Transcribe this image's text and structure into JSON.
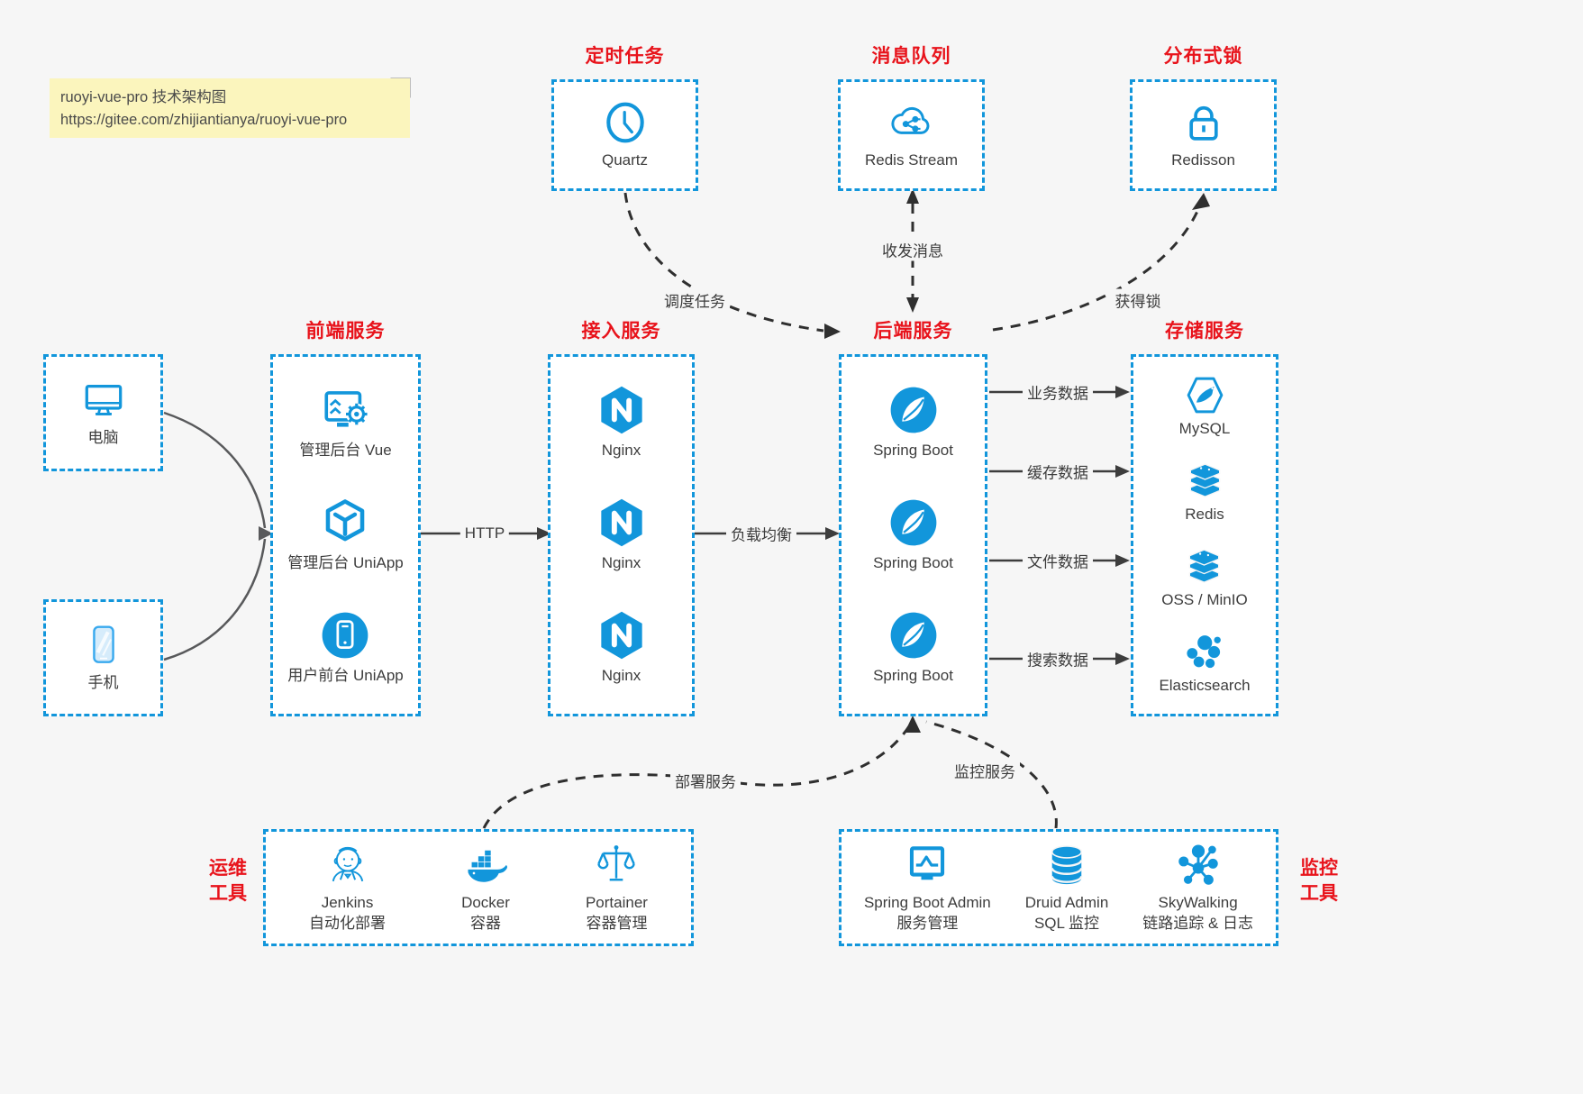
{
  "note": {
    "line1": "ruoyi-vue-pro 技术架构图",
    "line2": "https://gitee.com/zhijiantianya/ruoyi-vue-pro"
  },
  "colors": {
    "accent_blue": "#1296db",
    "title_red": "#e8131b",
    "note_yellow": "#fbf5bd",
    "arrow_dark": "#2f2f2f"
  },
  "top_boxes": [
    {
      "title": "定时任务",
      "label": "Quartz",
      "icon": "clock-icon"
    },
    {
      "title": "消息队列",
      "label": "Redis Stream",
      "icon": "cloud-share-icon"
    },
    {
      "title": "分布式锁",
      "label": "Redisson",
      "icon": "lock-icon"
    }
  ],
  "clients": [
    {
      "label": "电脑",
      "icon": "desktop-icon"
    },
    {
      "label": "手机",
      "icon": "phone-icon"
    }
  ],
  "columns": {
    "frontend": {
      "title": "前端服务",
      "items": [
        {
          "label": "管理后台 Vue",
          "icon": "admin-screen-gear-icon"
        },
        {
          "label": "管理后台 UniApp",
          "icon": "cube-icon"
        },
        {
          "label": "用户前台 UniApp",
          "icon": "mobile-app-circle-icon"
        }
      ]
    },
    "gateway": {
      "title": "接入服务",
      "items": [
        {
          "label": "Nginx",
          "icon": "nginx-icon"
        },
        {
          "label": "Nginx",
          "icon": "nginx-icon"
        },
        {
          "label": "Nginx",
          "icon": "nginx-icon"
        }
      ]
    },
    "backend": {
      "title": "后端服务",
      "items": [
        {
          "label": "Spring Boot",
          "icon": "spring-icon"
        },
        {
          "label": "Spring Boot",
          "icon": "spring-icon"
        },
        {
          "label": "Spring Boot",
          "icon": "spring-icon"
        }
      ]
    },
    "storage": {
      "title": "存储服务",
      "items": [
        {
          "label": "MySQL",
          "icon": "mysql-icon"
        },
        {
          "label": "Redis",
          "icon": "redis-stack-icon"
        },
        {
          "label": "OSS / MinIO",
          "icon": "redis-stack-icon"
        },
        {
          "label": "Elasticsearch",
          "icon": "elasticsearch-icon"
        }
      ]
    }
  },
  "edges": {
    "http": "HTTP",
    "load_balance": "负载均衡",
    "business_data": "业务数据",
    "cache_data": "缓存数据",
    "file_data": "文件数据",
    "search_data": "搜索数据",
    "schedule_task": "调度任务",
    "send_receive_msg": "收发消息",
    "acquire_lock": "获得锁",
    "deploy_service": "部署服务",
    "monitor_service": "监控服务"
  },
  "bottom_boxes": {
    "ops": {
      "title_line1": "运维",
      "title_line2": "工具",
      "items": [
        {
          "name": "Jenkins",
          "desc": "自动化部署",
          "icon": "jenkins-icon"
        },
        {
          "name": "Docker",
          "desc": "容器",
          "icon": "docker-icon"
        },
        {
          "name": "Portainer",
          "desc": "容器管理",
          "icon": "portainer-scales-icon"
        }
      ]
    },
    "monitor": {
      "title_line1": "监控",
      "title_line2": "工具",
      "items": [
        {
          "name": "Spring Boot Admin",
          "desc": "服务管理",
          "icon": "monitor-chart-icon"
        },
        {
          "name": "Druid Admin",
          "desc": "SQL 监控",
          "icon": "database-icon"
        },
        {
          "name": "SkyWalking",
          "desc": "链路追踪 & 日志",
          "icon": "network-cluster-icon"
        }
      ]
    }
  }
}
